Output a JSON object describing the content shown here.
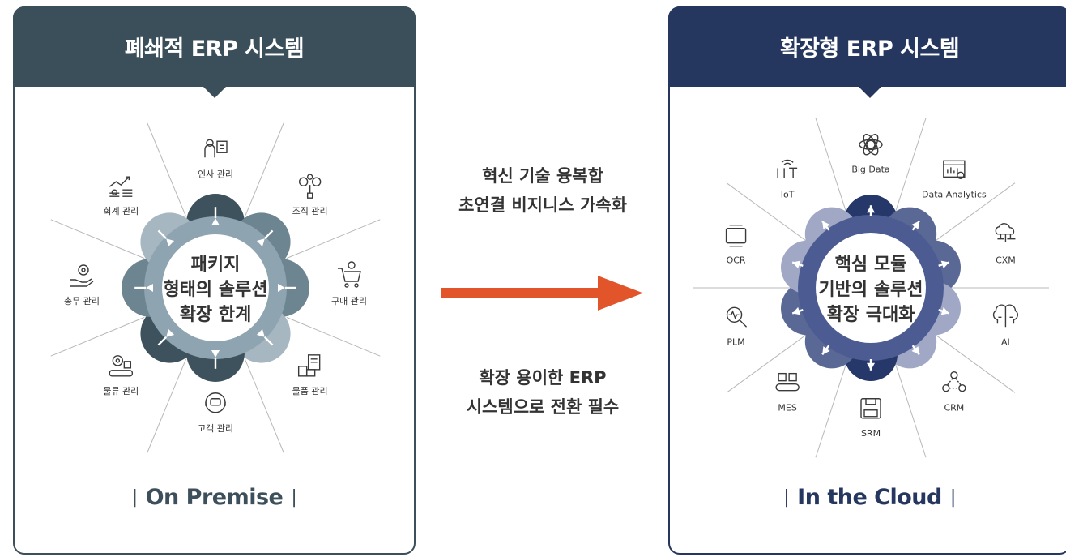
{
  "left_panel": {
    "title": "폐쇄적 ERP 시스템",
    "center_lines": [
      "패키지",
      "형태의 솔루션",
      "확장 한계"
    ],
    "items": [
      {
        "label": "인사 관리",
        "icon": "org-chart-person-icon"
      },
      {
        "label": "조직 관리",
        "icon": "team-click-icon"
      },
      {
        "label": "구매 관리",
        "icon": "shopping-cart-icon"
      },
      {
        "label": "물품 관리",
        "icon": "inventory-clipboard-icon"
      },
      {
        "label": "고객 관리",
        "icon": "customer-chat-icon"
      },
      {
        "label": "물류 관리",
        "icon": "conveyor-gear-icon"
      },
      {
        "label": "총무 관리",
        "icon": "hand-gear-icon"
      },
      {
        "label": "회계 관리",
        "icon": "growth-chart-money-icon"
      }
    ],
    "footer": "On Premise",
    "colors": {
      "header": "#3b4f5a",
      "petal_dark": "#3e525d",
      "petal_mid": "#6d8591",
      "petal_light": "#a6b7c1"
    }
  },
  "middle": {
    "top_lines": [
      "혁신 기술 융복합",
      "초연결 비지니스 가속화"
    ],
    "bottom_lines": [
      "확장 용이한 ERP",
      "시스템으로 전환 필수"
    ],
    "arrow_color": "#e2552a"
  },
  "right_panel": {
    "title": "확장형 ERP 시스템",
    "center_lines": [
      "핵심 모듈",
      "기반의 솔루션",
      "확장 극대화"
    ],
    "items": [
      {
        "label": "Big Data",
        "icon": "atom-globe-icon"
      },
      {
        "label": "Data Analytics",
        "icon": "analytics-window-icon"
      },
      {
        "label": "CXM",
        "icon": "cloud-network-icon"
      },
      {
        "label": "AI",
        "icon": "brain-circuit-icon"
      },
      {
        "label": "CRM",
        "icon": "crm-network-icon"
      },
      {
        "label": "SRM",
        "icon": "floppy-srm-icon"
      },
      {
        "label": "MES",
        "icon": "conveyor-boxes-icon"
      },
      {
        "label": "PLM",
        "icon": "magnifier-wave-icon"
      },
      {
        "label": "OCR",
        "icon": "ocr-scanner-icon"
      },
      {
        "label": "IoT",
        "icon": "iot-wifi-icon"
      }
    ],
    "footer": "In the Cloud",
    "colors": {
      "header": "#25365f",
      "petal_dark": "#26386a",
      "petal_mid": "#5a6895",
      "petal_light": "#a0a8c6"
    }
  }
}
